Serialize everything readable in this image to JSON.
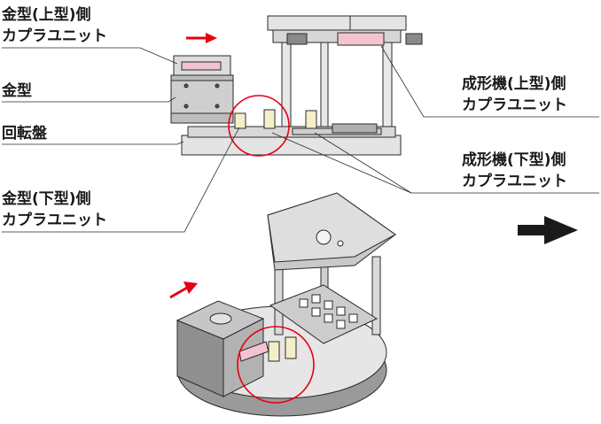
{
  "labels": {
    "mold_upper_coupler": [
      "金型(上型)側",
      "カプラユニット"
    ],
    "mold": "金型",
    "rotary_table": "回転盤",
    "mold_lower_coupler": [
      "金型(下型)側",
      "カプラユニット"
    ],
    "machine_upper_coupler": [
      "成形機(上型)側",
      "カプラユニット"
    ],
    "machine_lower_coupler": [
      "成形機(下型)側",
      "カプラユニット"
    ]
  },
  "colors": {
    "accent_arrow": "#e60012",
    "highlight_circle": "#e60012",
    "coupler_pink": "#f2c4cf",
    "coupler_cream": "#f3efc8",
    "steel_light": "#e4e4e4",
    "steel_mid": "#b9b9b9",
    "steel_dark": "#6e6e6e",
    "line": "#2a2a2a",
    "big_arrow": "#1a1a1a"
  }
}
